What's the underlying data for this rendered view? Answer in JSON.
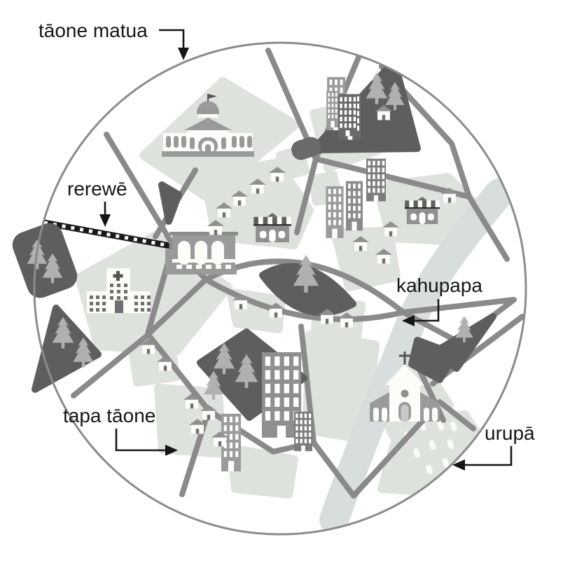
{
  "map": {
    "type": "illustrated-town-map",
    "shape": "circle"
  },
  "labels": {
    "city": "tāone matua",
    "railway": "rerewē",
    "bridge": "kahupapa",
    "suburb": "tapa tāone",
    "cemetery": "urupā"
  },
  "colors": {
    "outline": "#8b8b8b",
    "road": "#8a8a8a",
    "block": "#dde2dc",
    "river": "#d8dede",
    "park": "#5e5e5e",
    "pond": "#6a6a6a",
    "building_light": "#9b9b9b",
    "building_mid": "#8a8a8a",
    "building_dark": "#696969",
    "building_white": "#fcfcf9",
    "tree": "#b0b0b0",
    "railway": "#1a1a1a",
    "label": "#151515"
  },
  "features": [
    "city boundary circle",
    "capitol building with dome and flag",
    "railway track",
    "railway station",
    "hospital",
    "market shops with awnings",
    "apartment towers",
    "houses",
    "lens roundabout park with pine",
    "church with cross",
    "cemetery with tombstones",
    "river",
    "pine tree parks",
    "pond"
  ]
}
